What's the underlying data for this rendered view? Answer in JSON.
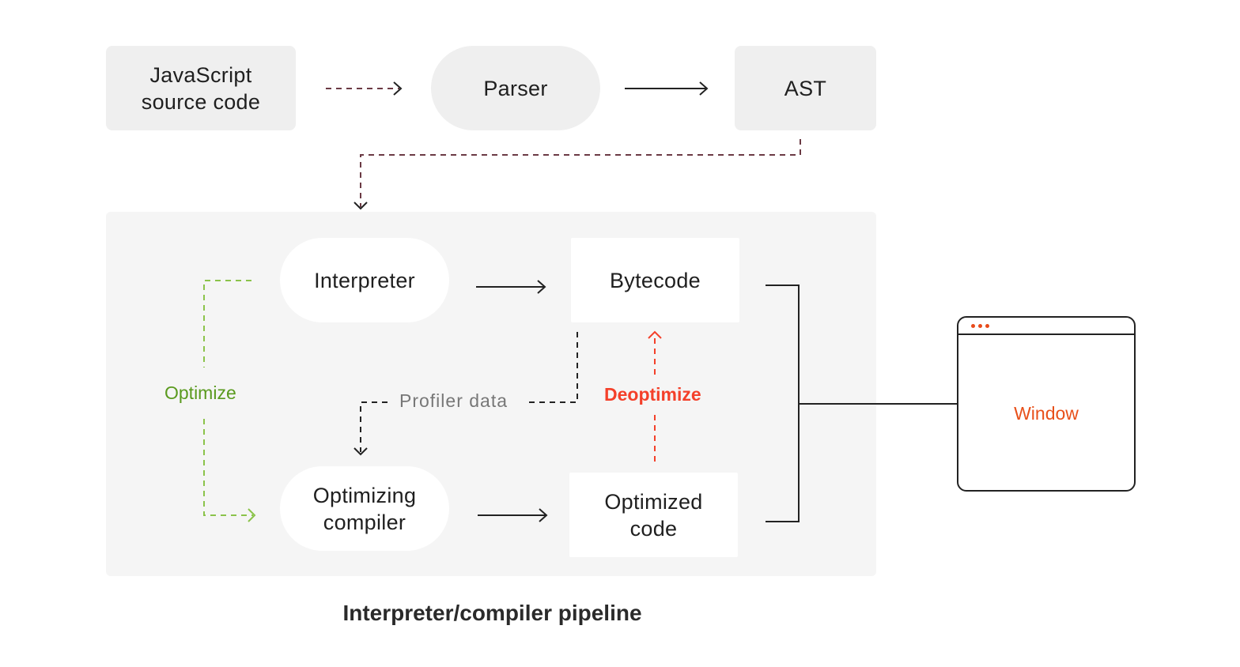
{
  "nodes": {
    "js_source": "JavaScript\nsource code",
    "parser": "Parser",
    "ast": "AST",
    "interpreter": "Interpreter",
    "bytecode": "Bytecode",
    "optimizing_compiler": "Optimizing\ncompiler",
    "optimized_code": "Optimized\ncode"
  },
  "edge_labels": {
    "optimize": "Optimize",
    "profiler_data": "Profiler data",
    "deoptimize": "Deoptimize"
  },
  "window": {
    "title": "Window"
  },
  "caption": "Interpreter/compiler pipeline",
  "colors": {
    "optimize": "#8bc34a",
    "optimize_text": "#5a9a1e",
    "deoptimize": "#f4402a",
    "window_text": "#e8501a",
    "panel": "#f5f5f5",
    "node_grey": "#efefef"
  }
}
